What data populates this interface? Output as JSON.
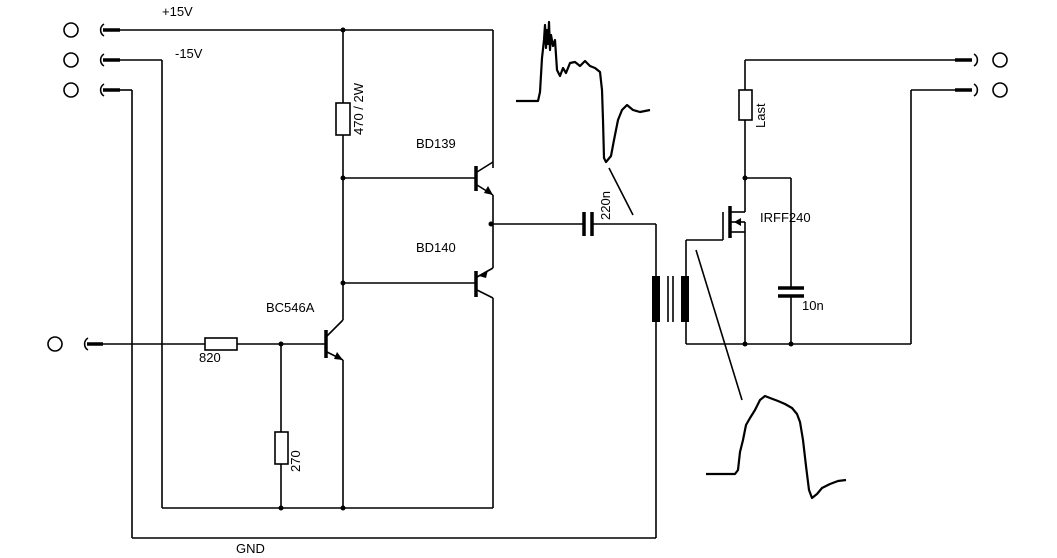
{
  "supply": {
    "pos": "+15V",
    "neg": "-15V",
    "gnd": "GND"
  },
  "components": {
    "r_bias": "470 / 2W",
    "r_in": "820",
    "r_base": "270",
    "c_coupling": "220n",
    "c_gate": "10n",
    "load": "Last",
    "q_driver": "BC546A",
    "q_upper": "BD139",
    "q_lower": "BD140",
    "mosfet": "IRFF240"
  },
  "colors": {
    "ink": "#000000",
    "background": "#ffffff"
  }
}
